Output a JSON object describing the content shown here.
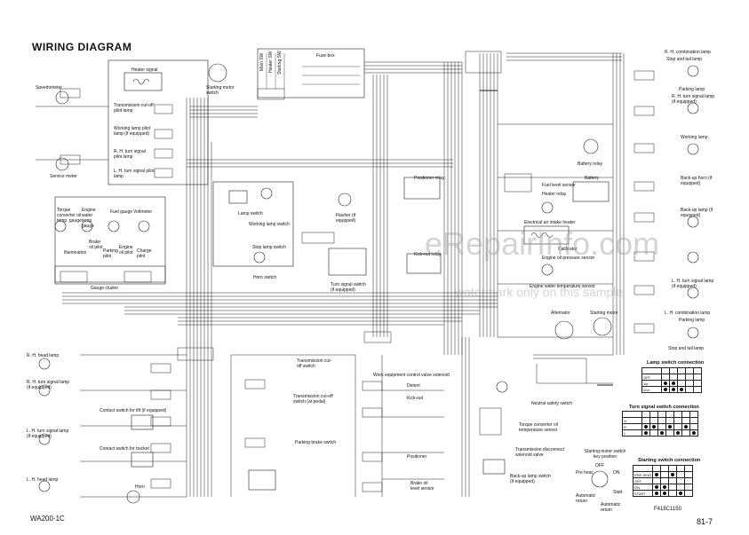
{
  "title": "WIRING DIAGRAM",
  "model": "WA200-1C",
  "page_number": "81-7",
  "figure_code": "F418C1150",
  "watermark": {
    "line1": "eRepairInfo.com",
    "line2": "watermark only on this sample"
  },
  "left_components": {
    "speedometer": "Speedometer",
    "transmission_cutoff_pilot": "Transmission cut-off pilot lamp",
    "working_lamp_pilot": "Working lamp pilot lamp (if equipped)",
    "rh_turn_pilot": "R. H. turn signal pilot lamp",
    "lh_turn_pilot": "L. H. turn signal pilot lamp",
    "service_meter": "Service meter",
    "torque_converter_gauge": "Torque converter oil temp. gauge",
    "engine_water_gauge": "Engine water temp. gauge",
    "fuel_gauge": "Fuel gauge",
    "voltmeter": "Voltmeter",
    "illumination": "Illumination",
    "brake_oil_pilot": "Brake oil pilot",
    "parking_pilot": "Parking pilot",
    "engine_oil_pilot": "Engine oil pilot",
    "charge_pilot": "Charge pilot",
    "gauge_cluster": "Gauge cluster",
    "rh_head_lamp": "R. H. head lamp",
    "rh_turn_signal_lamp": "R. H. turn signal lamp (if equipped)",
    "contact_switch_lift": "Contact switch for lift (if equipped)",
    "contact_switch_bucket": "Contact switch for bucket",
    "lh_turn_signal_lamp": "L. H. turn signal lamp (if equipped)",
    "lh_head_lamp": "L. H. head lamp",
    "horn": "Horn"
  },
  "center_components": {
    "heater_signal": "Heater signal",
    "starting_motor_switch": "Starting motor switch",
    "fuse_box": "Fuse box",
    "main_sw": "Main SW",
    "heater_sw": "Heater SW",
    "starting_sw": "Starting SW",
    "lamp_switch": "Lamp switch",
    "working_lamp_switch": "Working lamp switch",
    "stop_lamp_switch": "Stop lamp switch",
    "horn_switch": "Horn switch",
    "flasher": "Flasher (if equipped)",
    "turn_signal_switch": "Turn signal switch (if equipped)",
    "positioner_relay": "Positioner relay",
    "kick_out_relay": "Kick-out relay",
    "transmission_cutoff_switch": "Transmission cut-off switch",
    "transmission_cutoff_switch_pedal": "Transmission cut-off switch (at pedal)",
    "parking_brake_switch": "Parking brake switch",
    "work_equipment_solenoid": "Work equipment control valve solenoid",
    "detent": "Detent",
    "kick_out": "Kick-out",
    "positioner": "Positioner",
    "brake_oil_level_sensor": "Brake oil level sensor"
  },
  "right_components": {
    "rh_combination_lamp": "R. H. combination lamp",
    "stop_tail_lamp": "Stop and tail lamp",
    "parking_lamp": "Parking lamp",
    "rh_turn_signal_lamp": "R. H. turn signal lamp (if equipped)",
    "working_lamp": "Working lamp",
    "battery_relay": "Battery relay",
    "battery": "Battery",
    "back_up_horn": "Back-up horn (if equipped)",
    "back_up_lamp": "Back-up lamp (if equipped)",
    "fuel_level_sensor": "Fuel level sensor",
    "heater_relay": "Heater relay",
    "electrical_air_intake_heater": "Electrical air intake heater",
    "calibrator": "Calibrator",
    "engine_oil_pressure_sensor": "Engine oil pressure sensor",
    "engine_water_temp_sensor": "Engine water temperature sensor",
    "alternator": "Alternator",
    "starting_motor": "Starting motor",
    "lh_turn_signal_lamp": "L. H. turn signal lamp (if equipped)",
    "lh_combination_lamp": "L. H. combination lamp",
    "neutral_safety_switch": "Neutral safety switch",
    "torque_converter_oil_temp_sensor": "Torque converter oil temperature sensor",
    "transmission_disconnect_solenoid": "Transmission disconnect solenoid valve",
    "back_up_lamp_switch": "Back-up lamp switch (if equipped)"
  },
  "tables": {
    "lamp_switch": {
      "title": "Lamp switch connection",
      "rows": [
        "OFF",
        "1st",
        "2nd"
      ]
    },
    "turn_signal": {
      "title": "Turn signal switch connection",
      "rows": [
        "N",
        "R",
        "L"
      ]
    },
    "starting_switch": {
      "title": "Starting switch connection",
      "rows": [
        "PRE HEAT",
        "OFF",
        "ON",
        "START"
      ]
    }
  },
  "key_position": {
    "title": "Starting motor switch key position",
    "off": "OFF",
    "on": "ON",
    "pre_heat": "Pre heat",
    "start": "Start",
    "automatic_return_1": "Automatic return",
    "automatic_return_2": "Automatic return"
  }
}
